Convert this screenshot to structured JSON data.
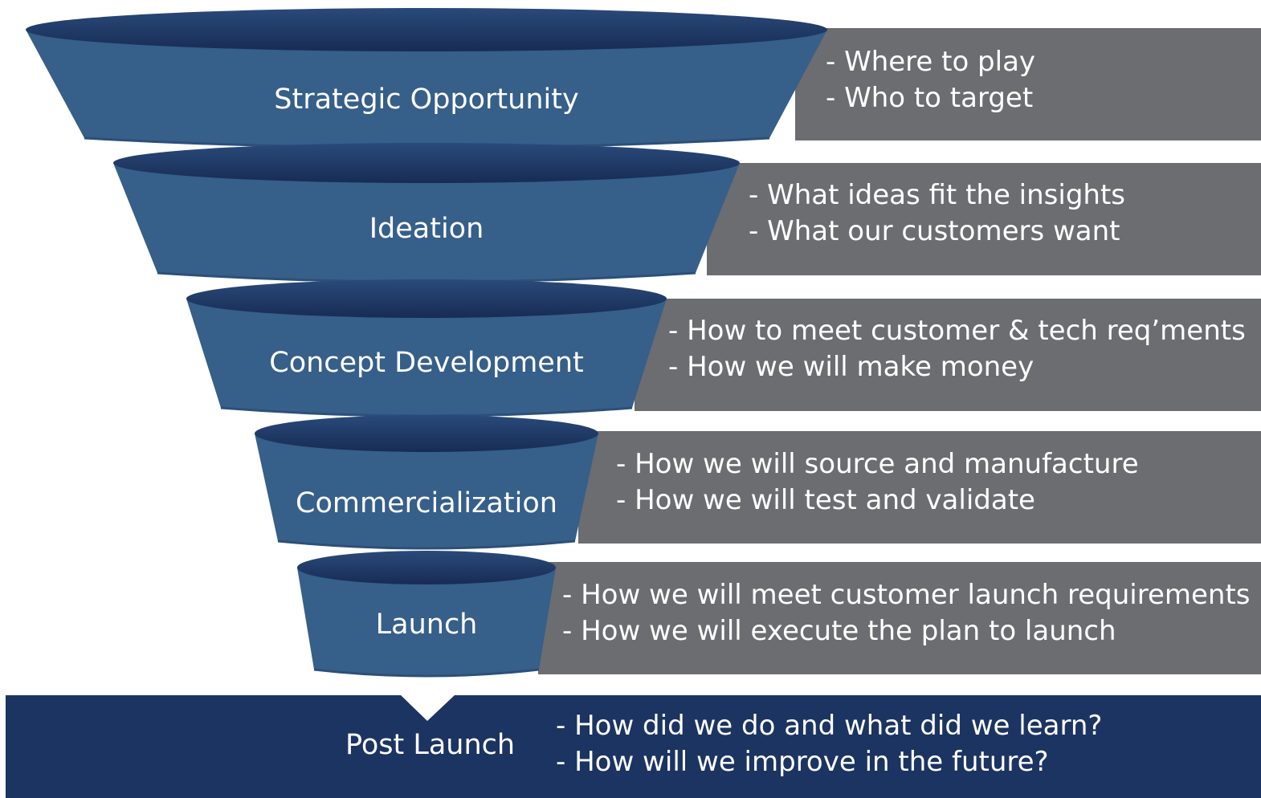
{
  "colors": {
    "funnel_body": "#365f8a",
    "funnel_top": "#1c3461",
    "band": "#6c6d70",
    "post_bar": "#1c3461",
    "text": "#ffffff"
  },
  "stages": [
    {
      "label": "Strategic Opportunity",
      "lines": [
        "- Where to play",
        "- Who to target"
      ]
    },
    {
      "label": "Ideation",
      "lines": [
        "- What ideas fit the insights",
        "- What our customers want"
      ]
    },
    {
      "label": "Concept Development",
      "lines": [
        "- How to meet customer & tech req’ments",
        "- How we will make money"
      ]
    },
    {
      "label": "Commercialization",
      "lines": [
        "- How we will source and manufacture",
        "- How we will test and validate"
      ]
    },
    {
      "label": "Launch",
      "lines": [
        "- How we will meet customer launch requirements",
        "- How we will execute the plan to launch"
      ]
    }
  ],
  "post_launch": {
    "label": "Post Launch",
    "lines": [
      "- How did we do and what did we learn?",
      "- How will we improve in the future?"
    ]
  }
}
